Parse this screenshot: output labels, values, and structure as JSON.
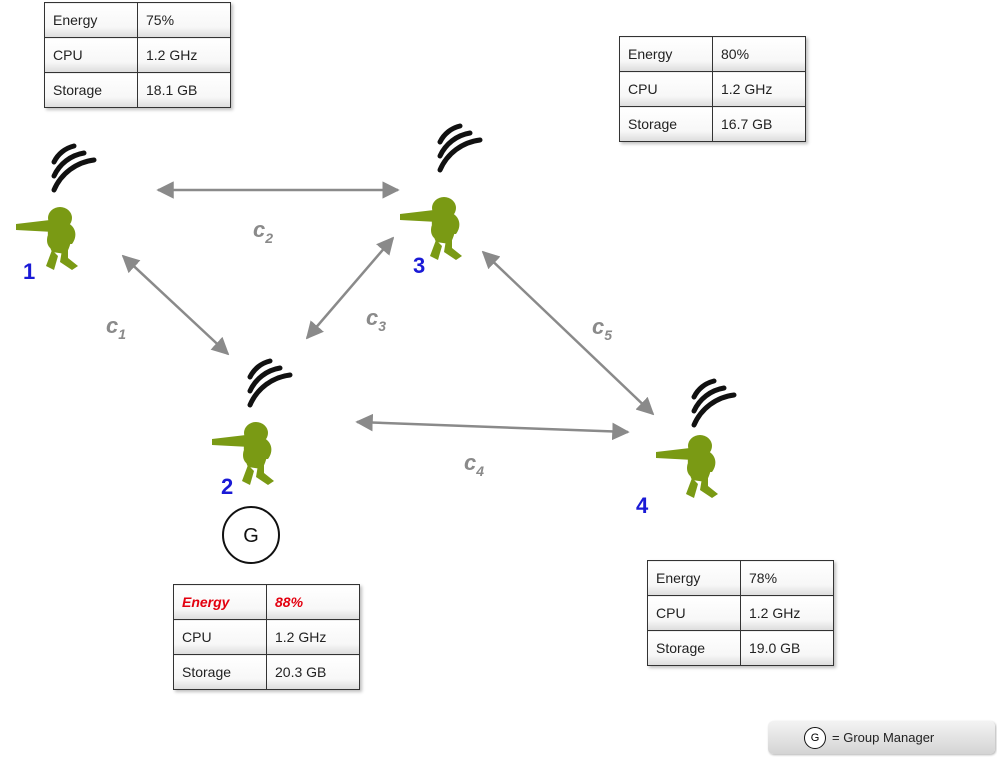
{
  "nodes": [
    {
      "id": "1",
      "label": "1",
      "table": [
        {
          "key": "Energy",
          "value": "75%"
        },
        {
          "key": "CPU",
          "value": "1.2 GHz"
        },
        {
          "key": "Storage",
          "value": "18.1 GB"
        }
      ]
    },
    {
      "id": "2",
      "label": "2",
      "group_manager": true,
      "table": [
        {
          "key": "Energy",
          "value": "88%",
          "highlighted": true
        },
        {
          "key": "CPU",
          "value": "1.2 GHz"
        },
        {
          "key": "Storage",
          "value": "20.3 GB"
        }
      ]
    },
    {
      "id": "3",
      "label": "3",
      "table": [
        {
          "key": "Energy",
          "value": "80%"
        },
        {
          "key": "CPU",
          "value": "1.2 GHz"
        },
        {
          "key": "Storage",
          "value": "16.7 GB"
        }
      ]
    },
    {
      "id": "4",
      "label": "4",
      "table": [
        {
          "key": "Energy",
          "value": "78%"
        },
        {
          "key": "CPU",
          "value": "1.2 GHz"
        },
        {
          "key": "Storage",
          "value": "19.0 GB"
        }
      ]
    }
  ],
  "links": [
    {
      "label": "c",
      "sub": "1",
      "from": "1",
      "to": "2"
    },
    {
      "label": "c",
      "sub": "2",
      "from": "1",
      "to": "3"
    },
    {
      "label": "c",
      "sub": "3",
      "from": "2",
      "to": "3"
    },
    {
      "label": "c",
      "sub": "4",
      "from": "2",
      "to": "4"
    },
    {
      "label": "c",
      "sub": "5",
      "from": "3",
      "to": "4"
    }
  ],
  "group_manager_symbol": "G",
  "legend": {
    "symbol": "G",
    "text": "= Group Manager"
  },
  "colors": {
    "node_label": "#1a1ad6",
    "soldier": "#7a9a14",
    "link": "#8a8a8a",
    "highlight": "#e3000f"
  },
  "icons": {
    "node": "soldier-icon",
    "signal": "wireless-signal-icon"
  }
}
